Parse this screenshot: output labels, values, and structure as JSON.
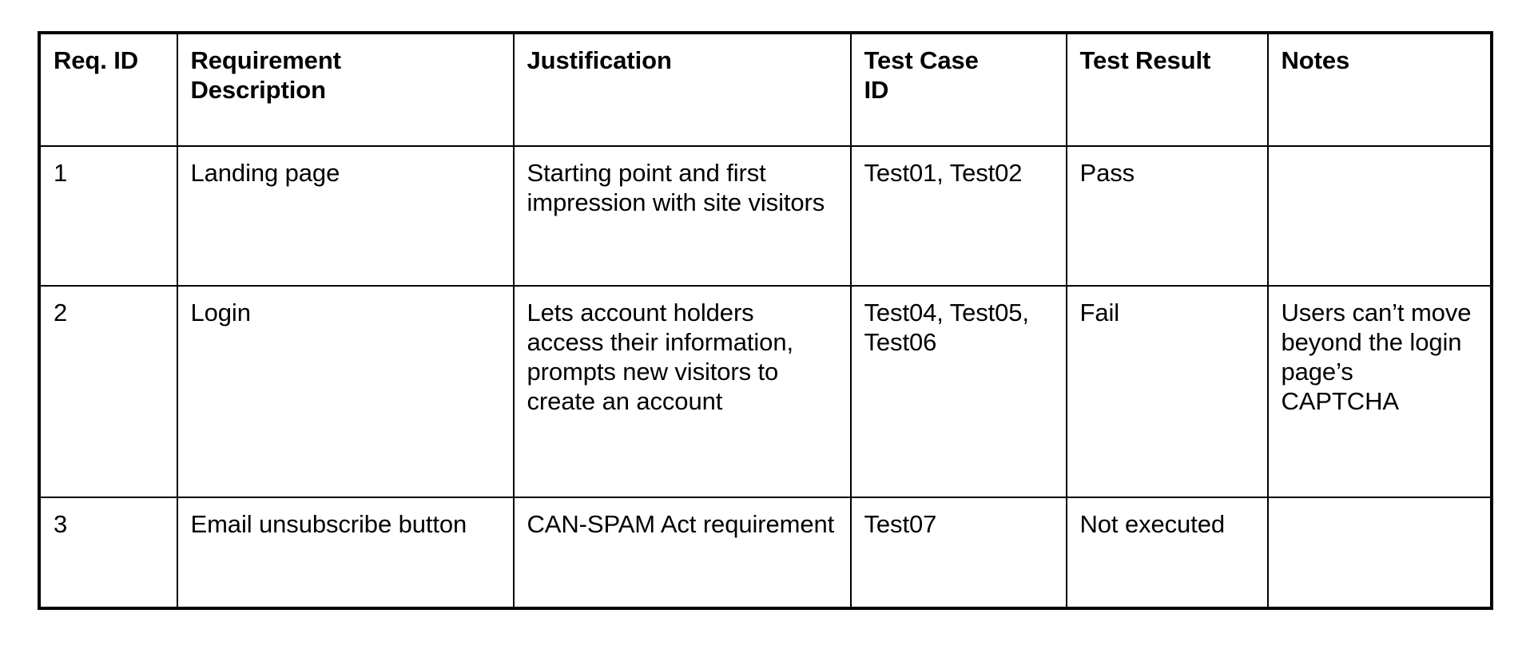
{
  "table": {
    "name": "requirements-traceability-table",
    "columns": [
      {
        "key": "req_id",
        "label": "Req. ID"
      },
      {
        "key": "description",
        "label": "Requirement\nDescription"
      },
      {
        "key": "justification",
        "label": "Justification"
      },
      {
        "key": "test_case_id",
        "label": "Test Case\nID"
      },
      {
        "key": "test_result",
        "label": "Test Result"
      },
      {
        "key": "notes",
        "label": "Notes"
      }
    ],
    "rows": [
      {
        "req_id": "1",
        "description": "Landing page",
        "justification": "Starting point and first impression with site visitors",
        "test_case_id": "Test01, Test02",
        "test_result": "Pass",
        "notes": ""
      },
      {
        "req_id": "2",
        "description": "Login",
        "justification": "Lets account holders access their information, prompts new visitors to create an account",
        "test_case_id": "Test04, Test05, Test06",
        "test_result": "Fail",
        "notes": "Users can’t move beyond the login page’s CAPTCHA"
      },
      {
        "req_id": "3",
        "description": "Email unsubscribe button",
        "justification": "CAN-SPAM Act requirement",
        "test_case_id": "Test07",
        "test_result": "Not executed",
        "notes": ""
      }
    ]
  },
  "colors": {
    "border": "#000000",
    "text": "#000000",
    "background": "#ffffff"
  }
}
